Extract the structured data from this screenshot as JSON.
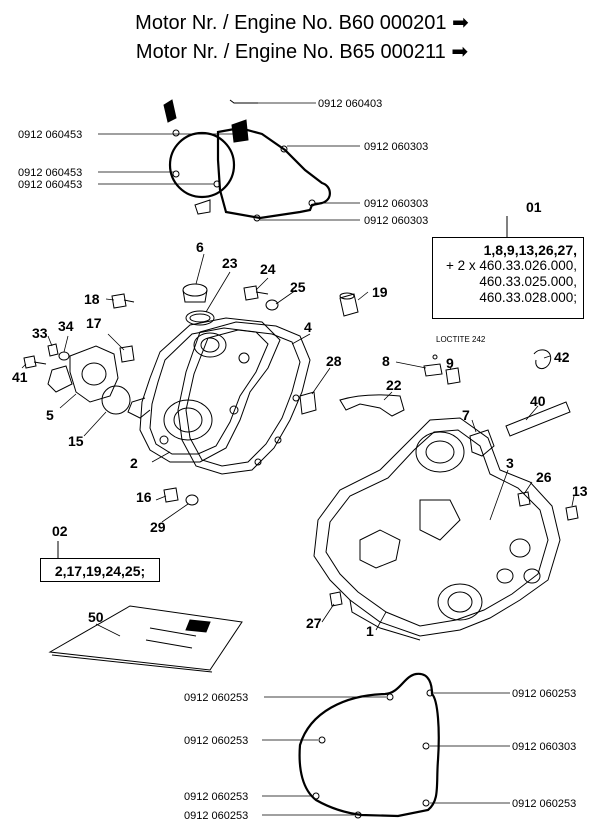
{
  "header": {
    "line1": "Motor Nr. / Engine No. B60 000201",
    "line2": "Motor Nr. / Engine No. B65 000211",
    "arrow": "➡"
  },
  "group01": {
    "label": "01",
    "line1": "1,8,9,13,26,27,",
    "line2": "+ 2 x 460.33.026.000,",
    "line3": "460.33.025.000,",
    "line4": "460.33.028.000;"
  },
  "group02": {
    "label": "02",
    "parts": "2,17,19,24,25;"
  },
  "loctite": "LOCTITE 242",
  "callouts": {
    "c1": "1",
    "c2": "2",
    "c3": "3",
    "c4": "4",
    "c5": "5",
    "c6": "6",
    "c7": "7",
    "c8": "8",
    "c9": "9",
    "c13": "13",
    "c15": "15",
    "c16": "16",
    "c17": "17",
    "c18": "18",
    "c19": "19",
    "c22": "22",
    "c23": "23",
    "c24": "24",
    "c25": "25",
    "c26": "26",
    "c27": "27",
    "c28": "28",
    "c29": "29",
    "c33": "33",
    "c34": "34",
    "c40": "40",
    "c41": "41",
    "c42": "42",
    "c50": "50"
  },
  "top_gasket_refs": {
    "a": "0912 060403",
    "b": "0912 060453",
    "c": "0912 060303",
    "d": "0912 060453",
    "e": "0912 060453",
    "f": "0912 060303",
    "g": "0912 060303"
  },
  "bottom_gasket_refs": {
    "a": "0912 060253",
    "b": "0912 060253",
    "c": "0912 060253",
    "d": "0912 060303",
    "e": "0912 060253",
    "f": "0912 060253",
    "g": "0912 060253"
  }
}
